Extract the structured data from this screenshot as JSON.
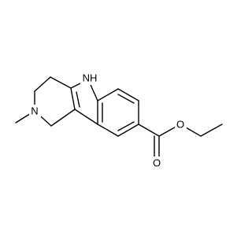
{
  "molecule": {
    "atom_labels": {
      "nh": "NH",
      "n_amine": "N",
      "o_ether": "O",
      "o_carbonyl": "O"
    },
    "colors": {
      "background": "#ffffff",
      "bond": "#000000",
      "text": "#000000"
    }
  }
}
